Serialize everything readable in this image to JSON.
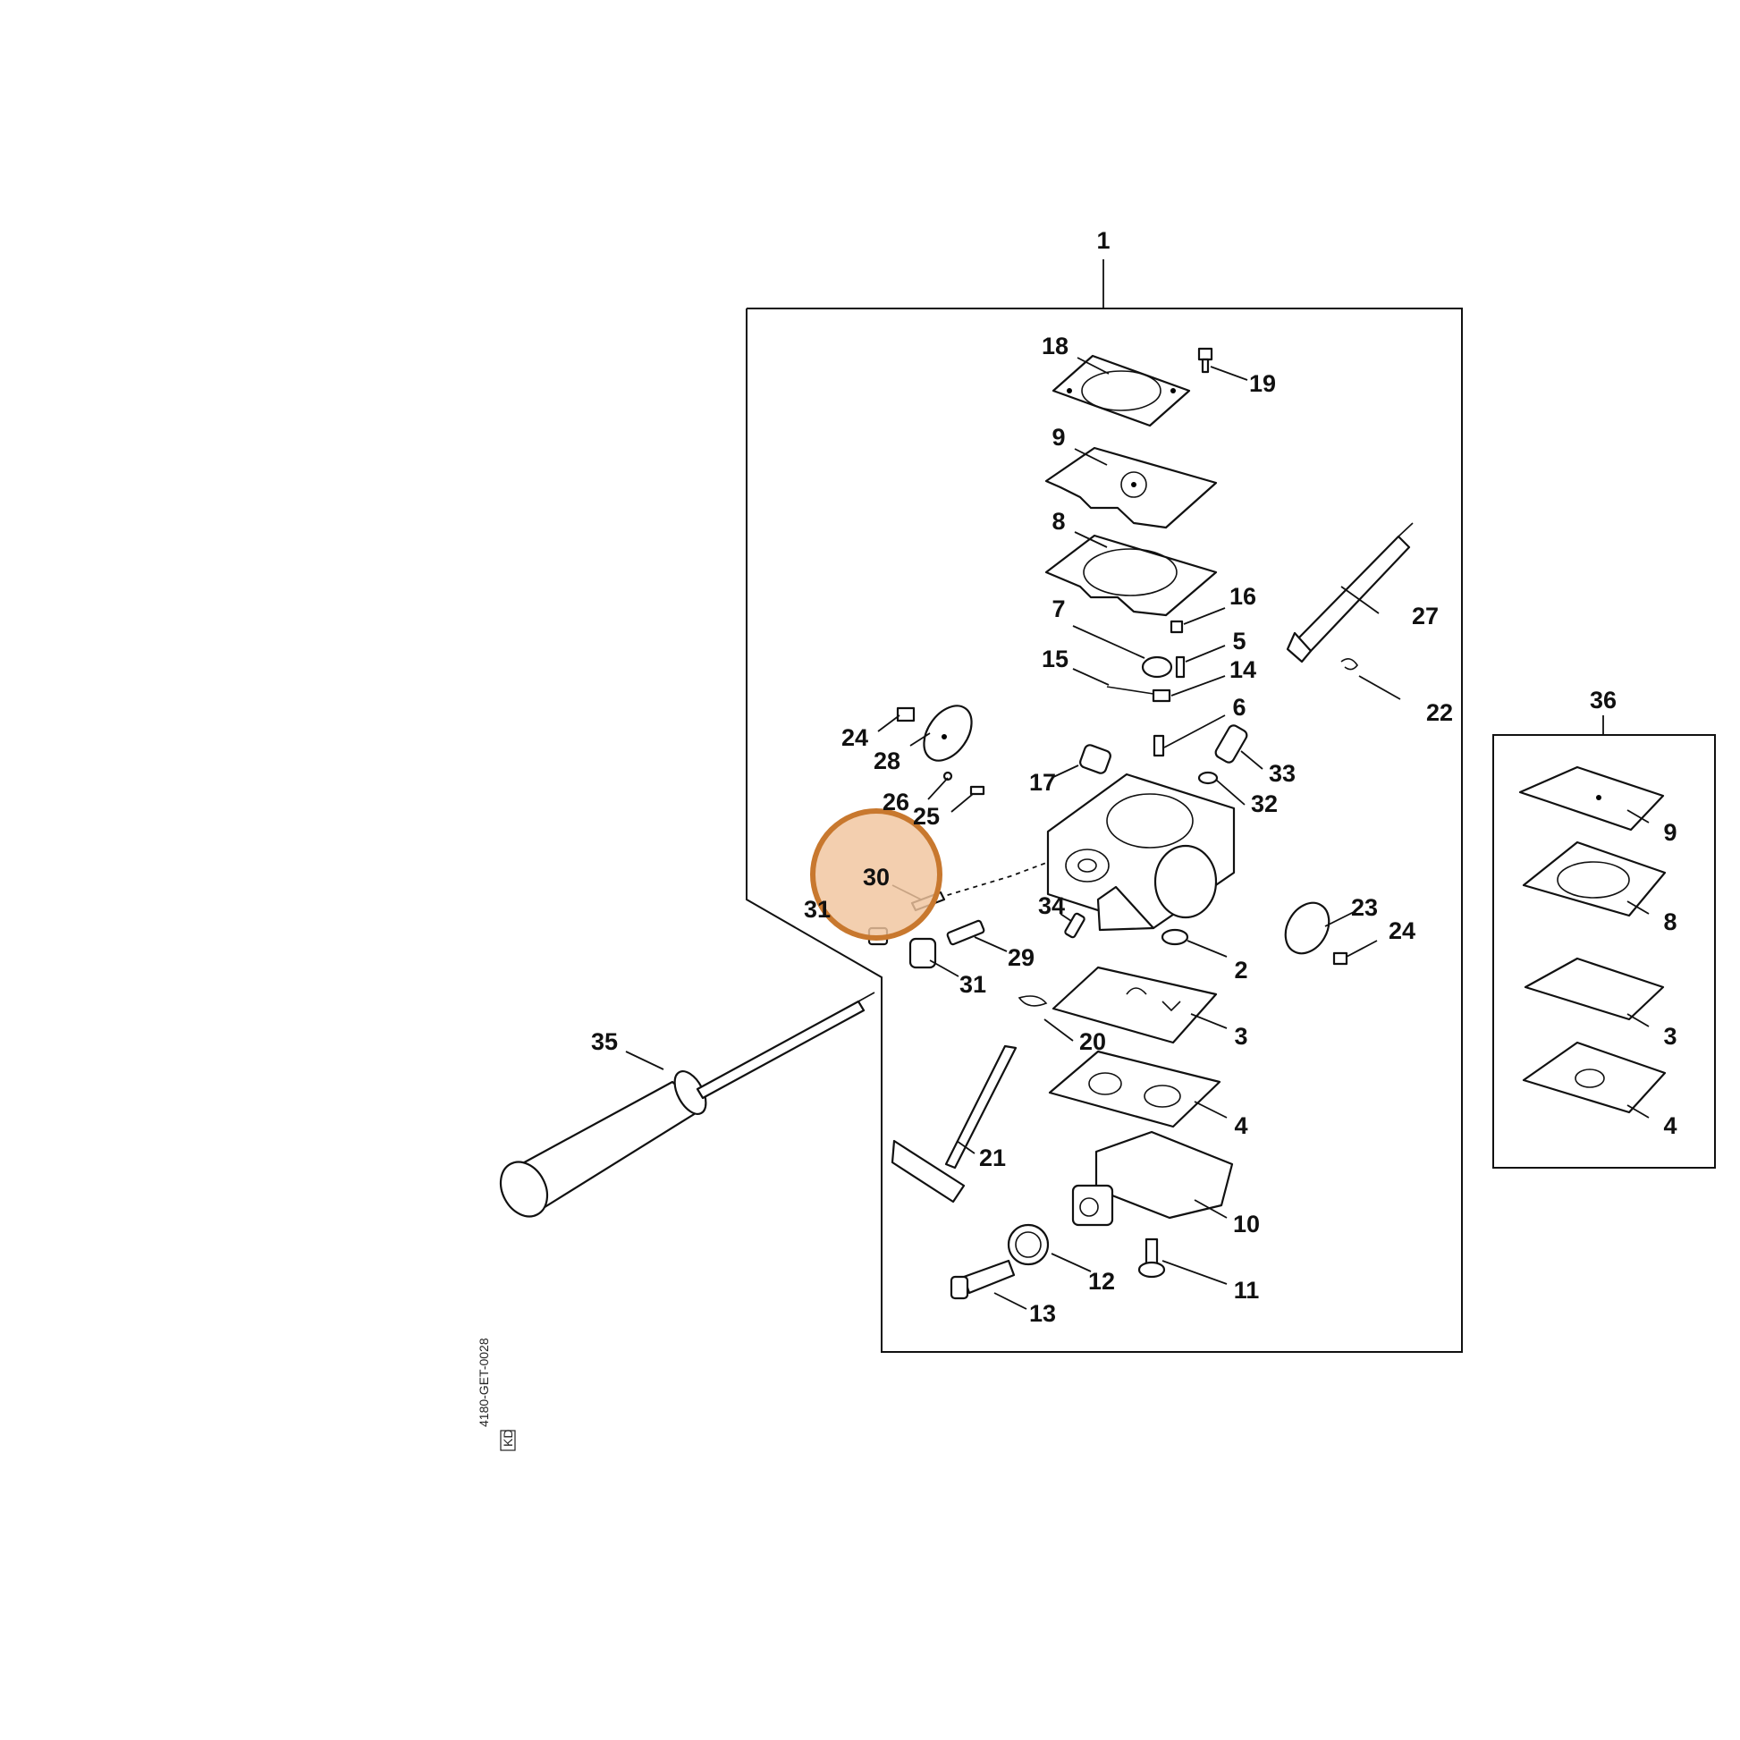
{
  "diagram": {
    "labels": {
      "assembly": "1",
      "p18": "18",
      "p19": "19",
      "p9": "9",
      "p8": "8",
      "p7": "7",
      "p16": "16",
      "p5": "5",
      "p15": "15",
      "p14": "14",
      "p6": "6",
      "p27": "27",
      "p22": "22",
      "p24a": "24",
      "p28": "28",
      "p17": "17",
      "p33": "33",
      "p32": "32",
      "p26": "26",
      "p25": "25",
      "p30": "30",
      "p31a": "31",
      "p34": "34",
      "p23": "23",
      "p24b": "24",
      "p2": "2",
      "p29": "29",
      "p31b": "31",
      "p3": "3",
      "p20": "20",
      "p35": "35",
      "p4": "4",
      "p21": "21",
      "p10": "10",
      "p12": "12",
      "p11": "11",
      "p13": "13",
      "kit": "36",
      "kit9": "9",
      "kit8": "8",
      "kit3": "3",
      "kit4": "4"
    },
    "drawing_code": "4180-GET-0028",
    "drawing_code_suffix": "KD",
    "highlight": {
      "label": "30",
      "color": "#f0c49e",
      "border_color": "#c8782e"
    },
    "colors": {
      "line": "#111111",
      "background": "#ffffff"
    }
  }
}
